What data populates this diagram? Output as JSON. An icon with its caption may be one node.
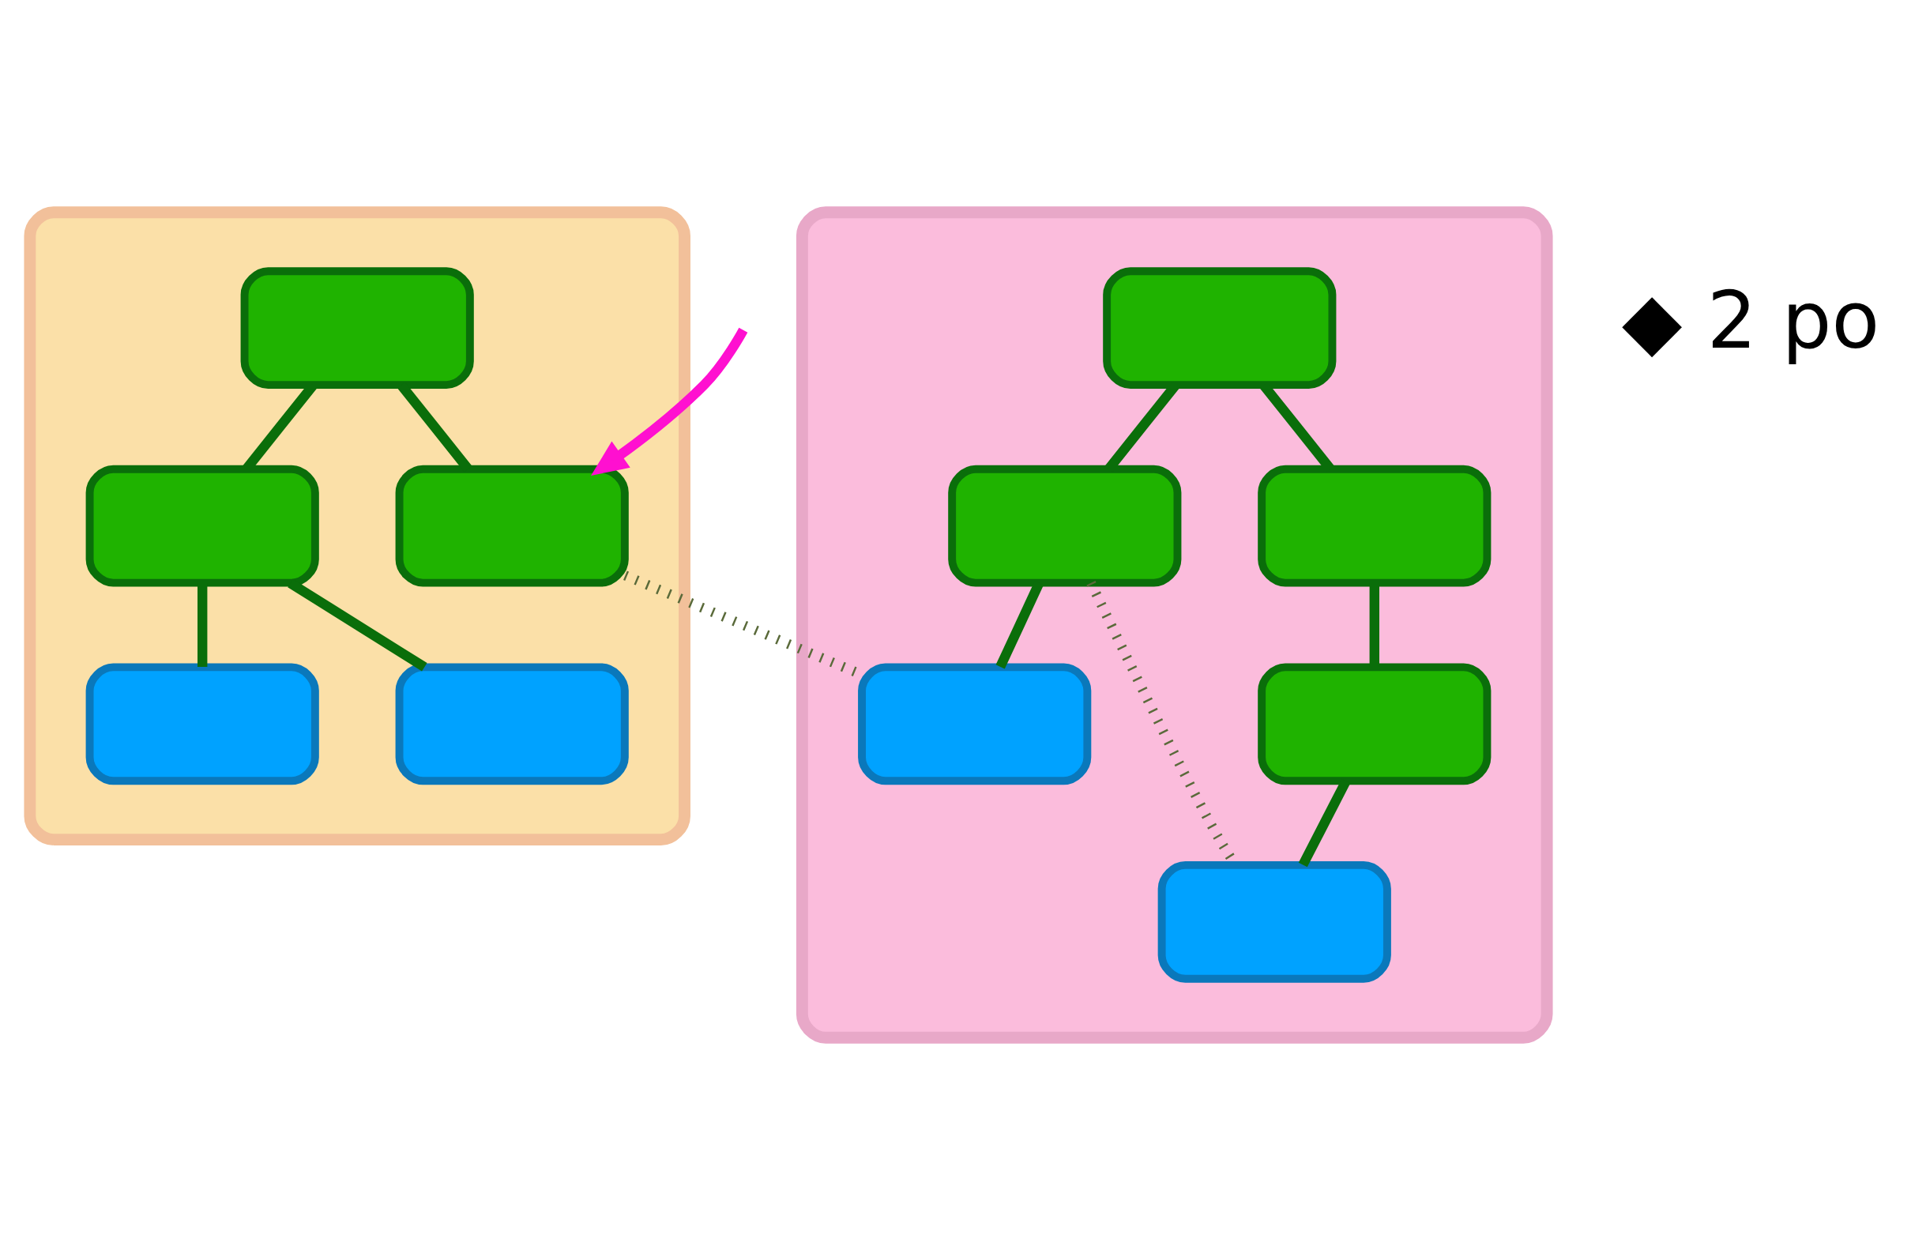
{
  "diagram": {
    "nodes": [
      {
        "text": [],
        "shape": "box"
      },
      {
        "text": [],
        "shape": "box",
        "in": 0
      },
      {
        "text": [],
        "shape": "box",
        "in": 0
      },
      {
        "text": [],
        "shape": "box",
        "in": 0
      },
      {
        "text": [],
        "shape": "box",
        "in": 0
      },
      {
        "text": [],
        "shape": "box",
        "in": 0
      },
      {
        "text": [],
        "shape": "box"
      },
      {
        "text": [],
        "shape": "box",
        "in": 6
      },
      {
        "text": [],
        "shape": "box",
        "in": 6
      },
      {
        "text": [],
        "shape": "box",
        "in": 6
      },
      {
        "text": [],
        "shape": "box",
        "in": 6
      },
      {
        "text": [],
        "shape": "box",
        "in": 6
      },
      {
        "text": [],
        "shape": "box",
        "in": 6
      }
    ],
    "edges": [
      {
        "from": 1,
        "to": 2,
        "arrow": "none"
      },
      {
        "from": 1,
        "to": 3,
        "arrow": "none"
      },
      {
        "from": 2,
        "to": 4,
        "arrow": "none"
      },
      {
        "from": 2,
        "to": 5,
        "arrow": "none"
      },
      {
        "from": 7,
        "to": 8,
        "arrow": "none"
      },
      {
        "from": 7,
        "to": 9,
        "arrow": "none"
      },
      {
        "from": 8,
        "to": 10,
        "arrow": "none"
      },
      {
        "from": 9,
        "to": 11,
        "arrow": "none"
      },
      {
        "from": 11,
        "to": 12,
        "arrow": "none"
      },
      {
        "from": 3,
        "to": 10,
        "arrow": "none",
        "style": "dashed",
        "color": "#5a6a3a"
      },
      {
        "from": 8,
        "to": 12,
        "arrow": "none",
        "style": "dashed",
        "color": "#5a6a3a"
      },
      {
        "from": null,
        "to": 3,
        "arrow": "to",
        "color": "#ff10d0"
      }
    ],
    "labels": [
      "◆ 2 po"
    ]
  }
}
